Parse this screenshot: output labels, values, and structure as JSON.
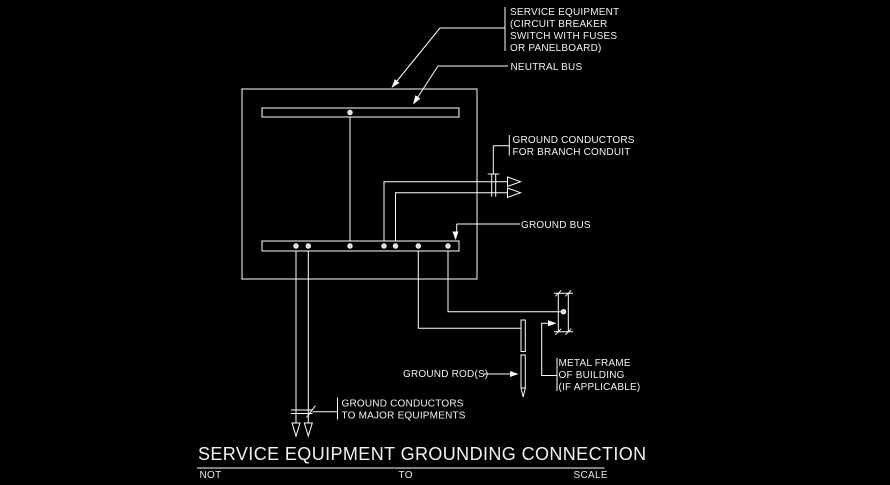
{
  "drawing": {
    "title": "SERVICE EQUIPMENT GROUNDING CONNECTION",
    "scale_note": {
      "not": "NOT",
      "to": "TO",
      "scale": "SCALE"
    }
  },
  "labels": {
    "service_equipment": {
      "line1": "SERVICE EQUIPMENT",
      "line2": "(CIRCUIT BREAKER",
      "line3": "SWITCH WITH FUSES",
      "line4": "OR PANELBOARD)"
    },
    "neutral_bus": "NEUTRAL BUS",
    "ground_conductors_branch": {
      "line1": "GROUND CONDUCTORS",
      "line2": "FOR BRANCH CONDUIT"
    },
    "ground_bus": "GROUND BUS",
    "ground_rods": "GROUND ROD(S)",
    "metal_frame": {
      "line1": "METAL FRAME",
      "line2": "OF BUILDING",
      "line3": "(IF APPLICABLE)"
    },
    "ground_conductors_major": {
      "line1": "GROUND CONDUCTORS",
      "line2": "TO MAJOR EQUIPMENTS"
    }
  },
  "colors": {
    "background": "#000000",
    "line": "#ffffff",
    "text": "#f2f2f2"
  }
}
